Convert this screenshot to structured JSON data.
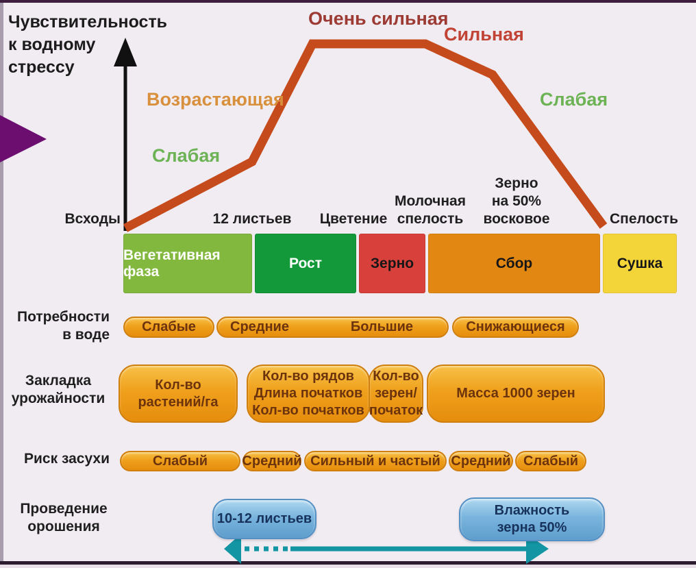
{
  "axis": {
    "title_lines": [
      "Чувствительность",
      "к водному",
      "стрессу"
    ]
  },
  "curve_labels": {
    "weak_left": "Слабая",
    "increasing": "Возрастающая",
    "very_strong": "Очень сильная",
    "strong": "Сильная",
    "weak_right": "Слабая"
  },
  "stages": {
    "emergence": "Всходы",
    "leaves12": "12 листьев",
    "flowering": "Цветение",
    "milk_lines": [
      "Молочная",
      "спелость"
    ],
    "wax_lines": [
      "Зерно",
      "на 50%",
      "восковое"
    ],
    "ripeness": "Спелость"
  },
  "phases": [
    {
      "label": "Вегетативная фаза",
      "color": "#83b83f"
    },
    {
      "label": "Рост",
      "color": "#13993a"
    },
    {
      "label": "Зерно",
      "color": "#d8413b"
    },
    {
      "label": "Сбор",
      "color": "#e28812"
    },
    {
      "label": "Сушка",
      "color": "#f3d53a"
    }
  ],
  "water_needs": {
    "label": "Потребности в воде",
    "label_lines": [
      "Потребности",
      "в воде"
    ],
    "pill_weak": "Слабые",
    "pill_medium": "Средние",
    "pill_big": "Большие",
    "pill_decreasing": "Снижающиеся"
  },
  "yield": {
    "label": "Закладка урожайности",
    "label_lines": [
      "Закладка",
      "урожайности"
    ],
    "pill1_lines": [
      "Кол-во",
      "растений/га"
    ],
    "pill2_lines": [
      "Кол-во рядов",
      "Длина початков",
      "Кол-во початков"
    ],
    "pill3_lines": [
      "Кол-во",
      "зерен/",
      "початок"
    ],
    "pill4": "Масса 1000 зерен"
  },
  "drought": {
    "label": "Риск засухи",
    "pills": [
      "Слабый",
      "Средний",
      "Сильный и частый",
      "Средний",
      "Слабый"
    ]
  },
  "irrigation": {
    "label_lines": [
      "Проведение",
      "орошения"
    ],
    "pill1": "10-12 листьев",
    "pill2_lines": [
      "Влажность",
      "зерна 50%"
    ]
  },
  "colors": {
    "background": "#f1ecf2",
    "frame_border": "#3f1f40",
    "curve": "#c64b1c",
    "label_green": "#6db356",
    "label_orange": "#d8903d",
    "label_dark_red": "#9c3a33",
    "label_red": "#c14335",
    "orange_pill": "#efa01c",
    "orange_pill_border": "#cf7f0e",
    "orange_pill_text": "#6d340c",
    "blue_pill": "#79b4dd",
    "blue_pill_text": "#17335c",
    "teal_arrow": "#1395a4",
    "purple_triangle": "#6c0e70"
  }
}
